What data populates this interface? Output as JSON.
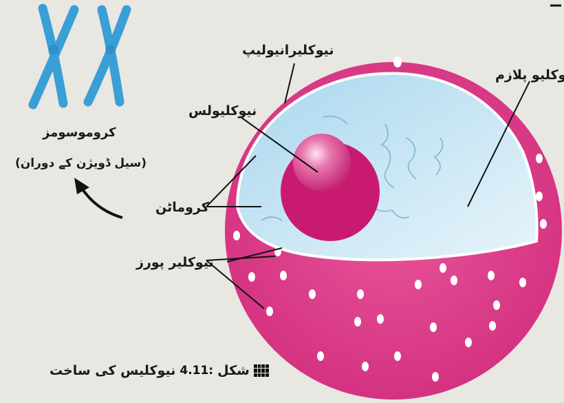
{
  "labels": {
    "nuclear_envelope": "نیوکلیرانیولیپ",
    "nucleoplasm": "نیوکلیو پلازم",
    "nucleolus": "نیوکلیولس",
    "chromatin": "کروماٹن",
    "nuclear_pores": "نیوکلیر پورز",
    "chromosomes": "کروموسومز",
    "chromosomes_note": "(سیل ڈویژن کے دوران)"
  },
  "caption": {
    "figure_word": "شکل",
    "figure_number": "4.11:",
    "title": "نیوکلیس کی ساخت"
  },
  "colors": {
    "nucleus_magenta": "#d8307f",
    "nucleoplasm_blue": "#bfe0f0",
    "chromosome_blue": "#3a9fd6",
    "background": "#e9e7e2"
  }
}
